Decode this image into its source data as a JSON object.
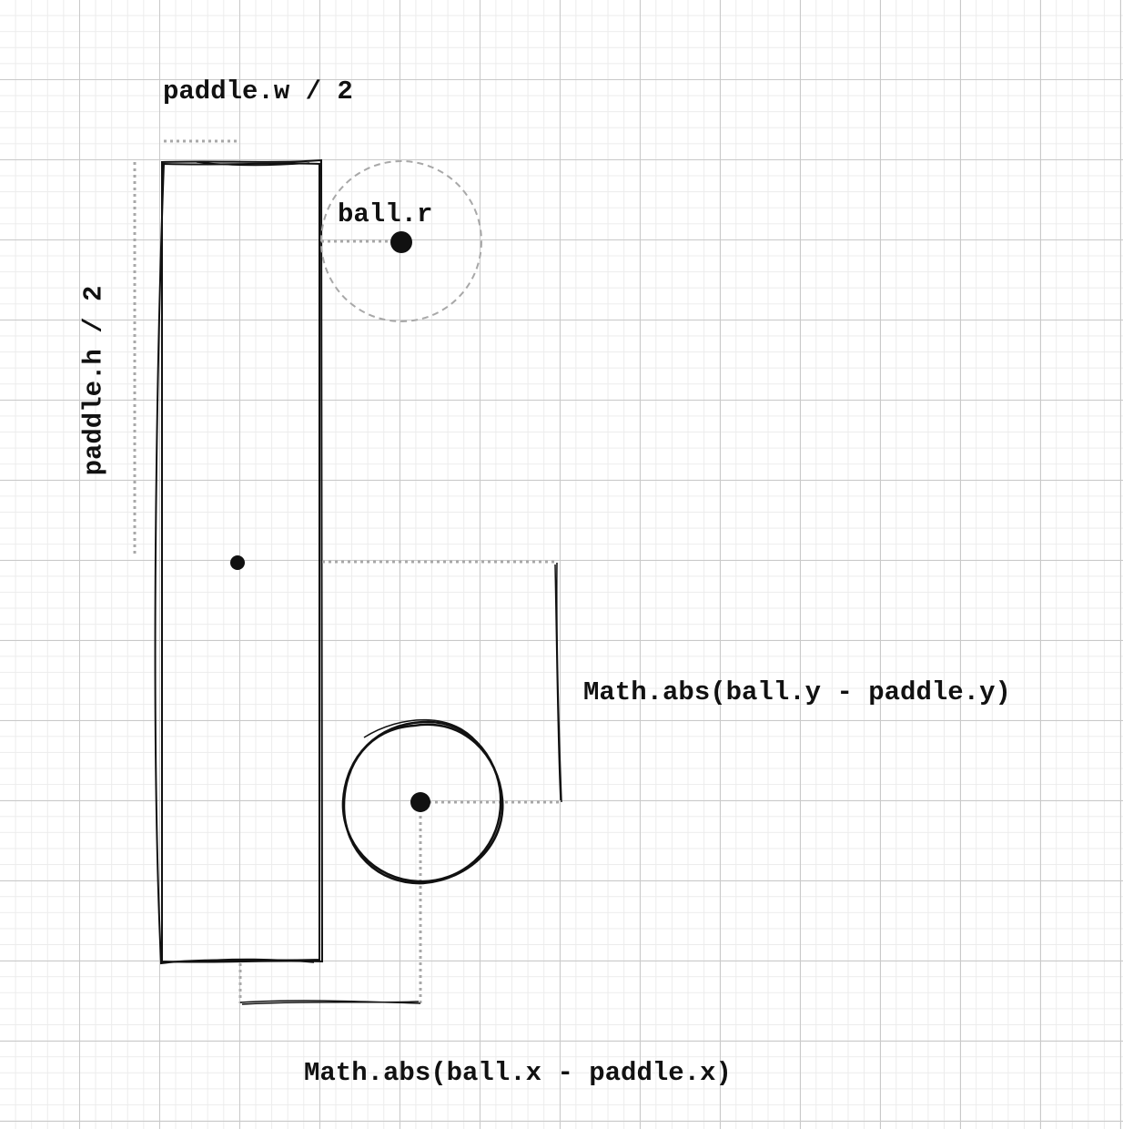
{
  "labels": {
    "half_width": "paddle.w / 2",
    "half_height": "paddle.h / 2",
    "ball_radius": "ball.r",
    "dy": "Math.abs(ball.y - paddle.y)",
    "dx": "Math.abs(ball.x - paddle.x)"
  },
  "colors": {
    "stroke": "#111111",
    "guide": "#a8a8a8",
    "grid_major": "#c9c9c9",
    "grid_minor": "#ececec"
  }
}
